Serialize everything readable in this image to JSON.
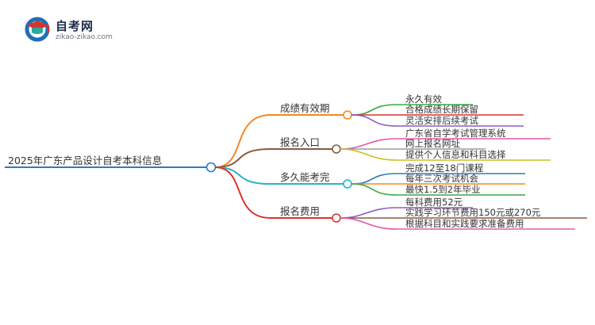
{
  "logo": {
    "name": "自考网",
    "url": "zikao-zikao.com",
    "icon": "graduation-cap-logo-icon",
    "colors": {
      "red": "#d9342b",
      "blue": "#1f6fb7",
      "teal": "#2aa8a0"
    }
  },
  "mindmap": {
    "root": {
      "label": "2025年广东产品设计自考本科信息",
      "color": "#2e7bbd"
    },
    "branches": [
      {
        "label": "成绩有效期",
        "color": "#f08a24",
        "children": [
          {
            "label": "永久有效",
            "color": "#3aa845"
          },
          {
            "label": "合格成绩长期保留",
            "color": "#d9342b"
          },
          {
            "label": "灵活安排后续考试",
            "color": "#8e5cc4"
          }
        ]
      },
      {
        "label": "报名入口",
        "color": "#8a5a44",
        "children": [
          {
            "label": "广东省自学考试管理系统",
            "color": "#e25aa5"
          },
          {
            "label": "网上报名网址",
            "color": "#9a9a9a"
          },
          {
            "label": "提供个人信息和科目选择",
            "color": "#c9c21f"
          }
        ]
      },
      {
        "label": "多久能考完",
        "color": "#27b3c9",
        "children": [
          {
            "label": "完成12至18门课程",
            "color": "#2e7bbd"
          },
          {
            "label": "每年三次考试机会",
            "color": "#f08a24"
          },
          {
            "label": "最快1.5到2年毕业",
            "color": "#3aa845"
          }
        ]
      },
      {
        "label": "报名费用",
        "color": "#d9342b",
        "children": [
          {
            "label": "每科费用52元",
            "color": "#8e5cc4"
          },
          {
            "label": "实践学习环节费用150元或270元",
            "color": "#8a5a44"
          },
          {
            "label": "根据科目和实践要求准备费用",
            "color": "#e25aa5"
          }
        ]
      }
    ]
  }
}
